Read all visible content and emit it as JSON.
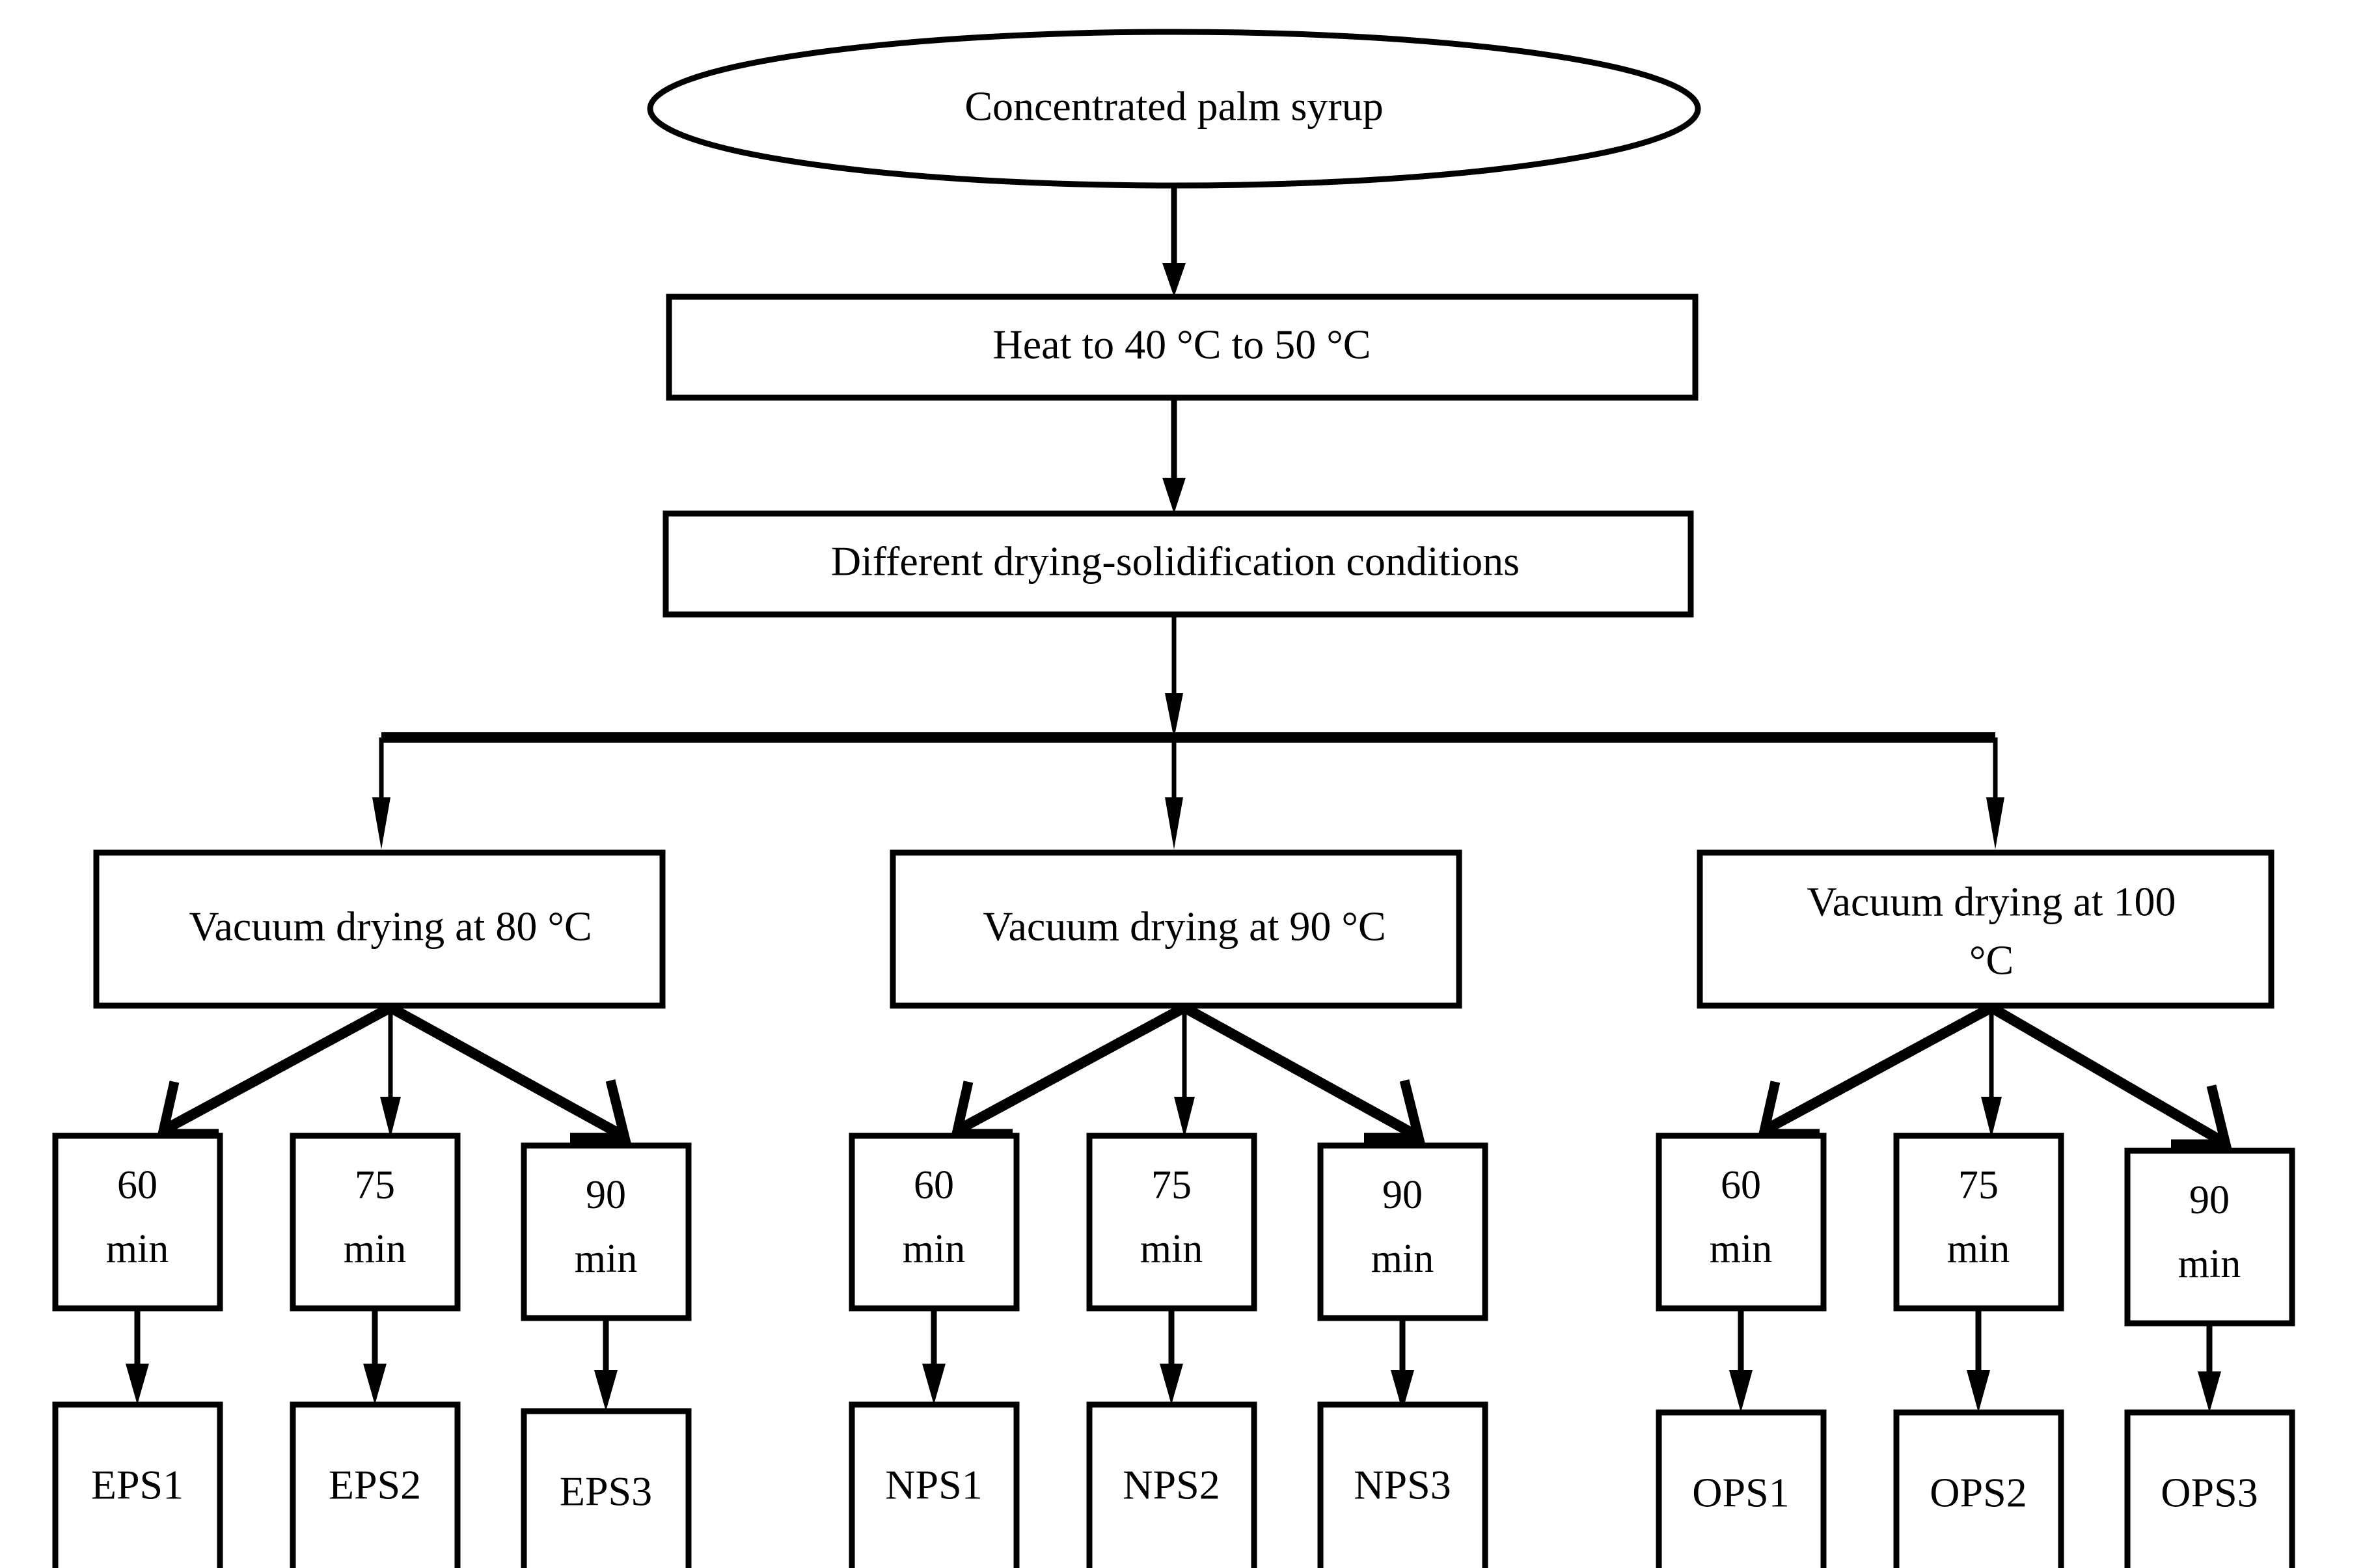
{
  "diagram": {
    "title": "Palm syrup drying-solidification process flowchart",
    "colors": {
      "stroke": "#000000",
      "fill": "#ffffff",
      "text": "#000000"
    },
    "start_node": {
      "label": "Concentrated palm syrup",
      "shape": "ellipse"
    },
    "process_nodes": [
      {
        "label": "Heat to 40 °C to 50 °C",
        "shape": "rect"
      },
      {
        "label": "Different  drying-solidification conditions",
        "shape": "rect"
      }
    ],
    "branches": [
      {
        "condition_label_line1": "Vacuum drying at 80 °C",
        "condition_label_line2": "",
        "times": [
          {
            "value": "60",
            "unit": "min"
          },
          {
            "value": "75",
            "unit": "min"
          },
          {
            "value": "90",
            "unit": "min"
          }
        ],
        "results": [
          "EPS1",
          "EPS2",
          "EPS3"
        ]
      },
      {
        "condition_label_line1": "Vacuum drying at 90 °C",
        "condition_label_line2": "",
        "times": [
          {
            "value": "60",
            "unit": "min"
          },
          {
            "value": "75",
            "unit": "min"
          },
          {
            "value": "90",
            "unit": "min"
          }
        ],
        "results": [
          "NPS1",
          "NPS2",
          "NPS3"
        ]
      },
      {
        "condition_label_line1": "Vacuum drying at 100",
        "condition_label_line2": "°C",
        "times": [
          {
            "value": "60",
            "unit": "min"
          },
          {
            "value": "75",
            "unit": "min"
          },
          {
            "value": "90",
            "unit": "min"
          }
        ],
        "results": [
          "OPS1",
          "OPS2",
          "OPS3"
        ]
      }
    ]
  }
}
